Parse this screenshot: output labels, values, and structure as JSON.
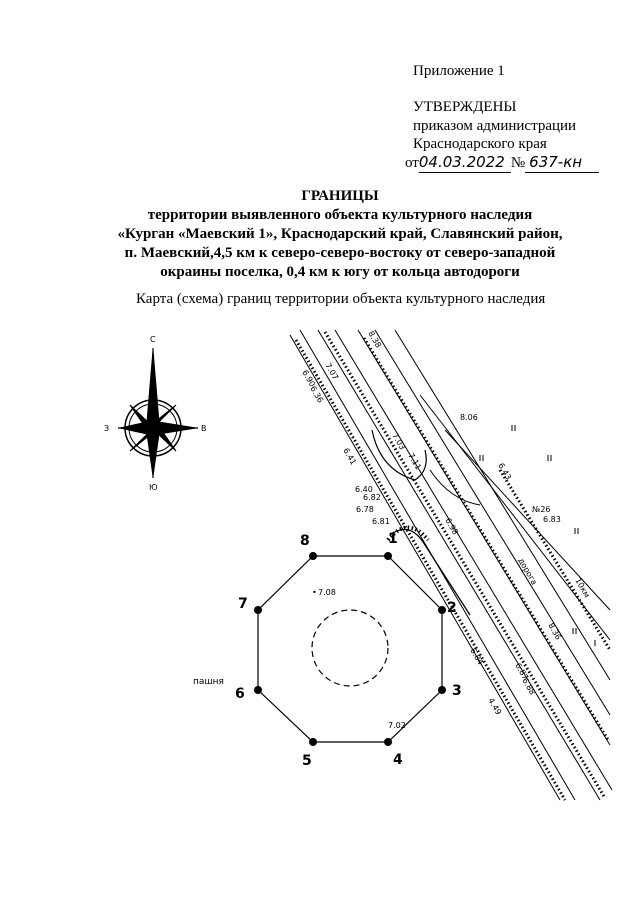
{
  "header": {
    "appendix": "Приложение 1",
    "approved": "УТВЕРЖДЕНЫ",
    "line1": "приказом администрации",
    "line2": "Краснодарского края",
    "from_label": "от",
    "date": "04.03.2022",
    "number_label": "№",
    "number": "637-кн"
  },
  "title": {
    "heading": "ГРАНИЦЫ",
    "lines": [
      "территории выявленного объекта культурного наследия",
      "«Курган «Маевский 1», Краснодарский край, Славянский район,",
      "п. Маевский,4,5 км к северо-северо-востоку от северо-западной",
      "окраины поселка, 0,4 км к югу от кольца автодороги"
    ]
  },
  "caption": "Карта (схема) границ территории объекта культурного наследия",
  "compass": {
    "north": "С",
    "south": "Ю",
    "west": "З",
    "east": "В"
  },
  "boundary_points": [
    "1",
    "2",
    "3",
    "4",
    "5",
    "6",
    "7",
    "8"
  ],
  "map_labels": {
    "field": "пашня",
    "elevations": [
      "7.08",
      "7.02",
      "8.06",
      "6.83",
      "6.40",
      "6.82",
      "6.78",
      "6.81",
      "7.07",
      "7.03",
      "7.11",
      "6.84",
      "6.90",
      "6.98",
      "8.38",
      "8.36",
      "6.43",
      "6.36",
      "6.41",
      "6.87",
      "6.88",
      "4.49"
    ],
    "road": "дорога",
    "km": "10км",
    "marker": "№26"
  }
}
